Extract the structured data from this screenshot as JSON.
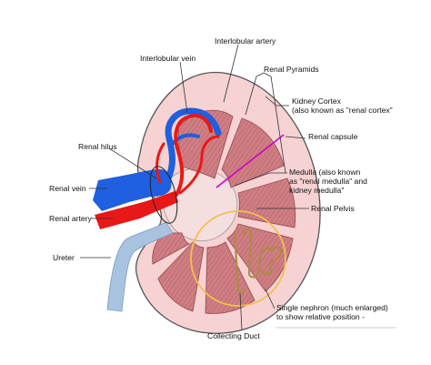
{
  "diagram": {
    "labels": {
      "interlobular_artery": "Interlobular artery",
      "interlobular_vein": "Interlobular vein",
      "renal_pyramids": "Renal Pyramids",
      "kidney_cortex_1": "Kidney Cortex",
      "kidney_cortex_2": "(also known as \"renal cortex\"",
      "renal_capsule": "Renal capsule",
      "renal_hilus": "Renal hilus",
      "medulla_1": "Medulla (also known",
      "medulla_2": "as \"renal medulla\" and",
      "medulla_3": "kidney medulla\"",
      "renal_vein": "Renal vein",
      "renal_pelvis": "Renal Pelvis",
      "renal_artery": "Renal artery",
      "ureter": "Ureter",
      "nephron_1": "Single nephron (much enlarged)",
      "nephron_2": "to show relative position -",
      "collecting_duct": "Collecting Duct"
    },
    "colors": {
      "cortex": "#f6d2d2",
      "medulla": "#cf7f84",
      "pyramid_stroke": "#9a4f55",
      "outline": "#555555",
      "renal_vein": "#1f5fe0",
      "renal_artery": "#e81818",
      "ureter": "#a7c3df",
      "capsule_pointer": "#cc00cc",
      "nephron_circle": "#f0c050",
      "nephron": "#b08a45"
    }
  }
}
